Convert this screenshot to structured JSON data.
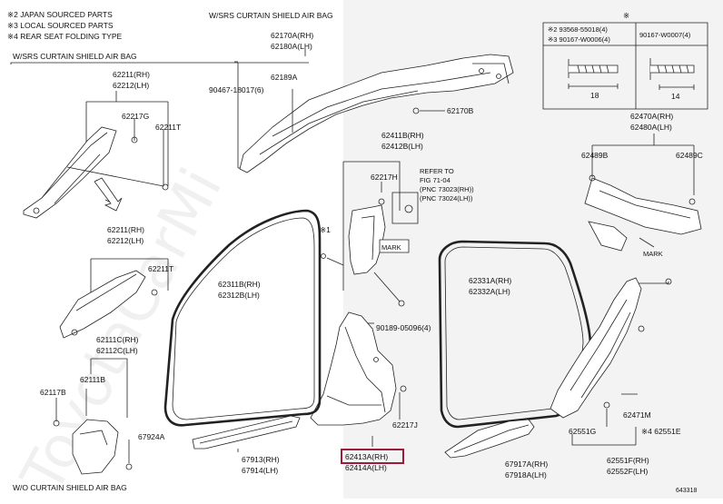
{
  "notes": [
    "※2 JAPAN SOURCED PARTS",
    "※3 LOCAL SOURCED PARTS",
    "※4 REAR SEAT FOLDING TYPE"
  ],
  "sections": {
    "left_top": "W/SRS CURTAIN SHIELD AIR BAG",
    "center_top": "W/SRS CURTAIN SHIELD AIR BAG",
    "left_bottom": "W/O CURTAIN SHIELD AIR BAG"
  },
  "screw_table": {
    "mark": "※",
    "col1_line1": "※2 93568-55018(4)",
    "col1_line2": "※3 90167-W0006(4)",
    "col2": "90167-W0007(4)",
    "dim1": "18",
    "dim2": "14"
  },
  "labels": {
    "p62211": "62211(RH)",
    "p62212": "62212(LH)",
    "p62217G": "62217G",
    "p62211T": "62211T",
    "p62211b": "62211(RH)",
    "p62212b": "62212(LH)",
    "p62211Tb": "62211T",
    "p62111C": "62111C(RH)",
    "p62112C": "62112C(LH)",
    "p62111B": "62111B",
    "p62117B": "62117B",
    "p67924A": "67924A",
    "p62170A": "62170A(RH)",
    "p62180A": "62180A(LH)",
    "p62189A": "62189A",
    "p90467": "90467-18017(6)",
    "p62170B": "62170B",
    "p62411B": "62411B(RH)",
    "p62412B": "62412B(LH)",
    "p62217H": "62217H",
    "refer1": "REFER TO",
    "refer2": "FIG 71-04",
    "refer3": "(PNC 73023(RH))",
    "refer4": "(PNC 73024(LH))",
    "mark1": "MARK",
    "mark2": "MARK",
    "p62311B": "62311B(RH)",
    "p62312B": "62312B(LH)",
    "p90189": "90189-05096(4)",
    "p62217J": "62217J",
    "p62413A": "62413A(RH)",
    "p62414A": "62414A(LH)",
    "p67913": "67913(RH)",
    "p67914": "67914(LH)",
    "p62470A": "62470A(RH)",
    "p62480A": "62480A(LH)",
    "p62489B": "62489B",
    "p62489C": "62489C",
    "p62331A": "62331A(RH)",
    "p62332A": "62332A(LH)",
    "p62471M": "62471M",
    "p62551G": "62551G",
    "p62551E": "※4 62551E",
    "p62551F": "62551F(RH)",
    "p62552F": "62552F(LH)",
    "p67917A": "67917A(RH)",
    "p67918A": "67918A(LH)",
    "star1": "※1",
    "drawing_no": "643318"
  },
  "highlight": "62413A(RH)",
  "watermark": "ToyotaCarMi",
  "colors": {
    "highlight": "#9b1c3a",
    "line": "#222222",
    "shade": "#f3f3f3"
  }
}
